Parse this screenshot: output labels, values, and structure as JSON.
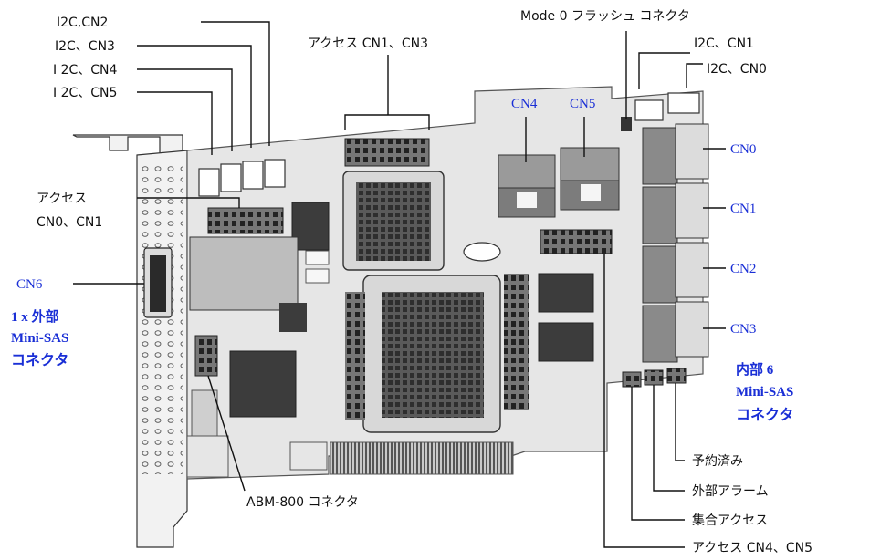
{
  "labels": {
    "i2c_cn2": "I2C,CN2",
    "i2c_cn3": "I2C、CN3",
    "i2c_cn4": "I 2C、CN4",
    "i2c_cn5": "I 2C、CN5",
    "access_cn1_cn3": "アクセス CN1、CN3",
    "mode0_flash": "Mode 0 フラッシュ コネクタ",
    "i2c_cn1": "I2C、CN1",
    "i2c_cn0": "I2C、CN0",
    "access_cn0_cn1_line1": "アクセス",
    "access_cn0_cn1_line2": "CN0、CN1",
    "cn4": "CN4",
    "cn5": "CN5",
    "cn0": "CN0",
    "cn1": "CN1",
    "cn2": "CN2",
    "cn3": "CN3",
    "cn6": "CN6",
    "external_line1": "1 x 外部",
    "external_line2": "Mini-SAS",
    "external_line3": "コネクタ",
    "internal_line1": "内部 6",
    "internal_line2": "Mini-SAS",
    "internal_line3": "コネクタ",
    "reserved": "予約済み",
    "external_alarm": "外部アラーム",
    "aggregate_access": "集合アクセス",
    "access_cn4_cn5": "アクセス CN4、CN5",
    "abm800": "ABM-800 コネクタ"
  },
  "colors": {
    "board": "#e6e6e6",
    "board_edge": "#555555",
    "heatsink": "#4a4a4a",
    "chip": "#3c3c3c",
    "bracket": "#f2f2f2",
    "blue_label": "#1a2fd6"
  }
}
